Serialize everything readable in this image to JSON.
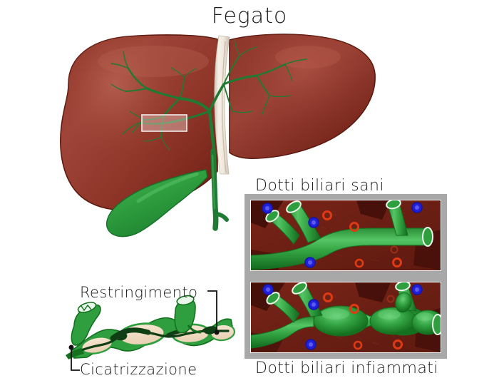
{
  "figure": {
    "title": "Fegato",
    "language": "it",
    "subject": "liver-bile-ducts-anatomy"
  },
  "labels": {
    "title": "Fegato",
    "healthy_panel": "Dotti biliari sani",
    "inflamed_panel": "Dotti biliari infiammati",
    "stricture": "Restringimento",
    "scarring": "Cicatrizzazione"
  },
  "colors": {
    "liver_light": "#a0453a",
    "liver_mid": "#8b3326",
    "liver_dark": "#7a2216",
    "liver_deep": "#5f1a10",
    "liver_highlight": "#b0584a",
    "ligament": "#f2ece2",
    "ligament_shade": "#d8cfc2",
    "duct_green": "#2f9e3f",
    "duct_green_dark": "#14702a",
    "duct_green_light": "#4fc060",
    "duct_tree": "#1f7a33",
    "tissue_bg": "#6e2016",
    "tissue_dark": "#4a120b",
    "panel_border": "#a8a8a8",
    "cell_blue": "#2020d8",
    "cell_red": "#e03a14",
    "lumen_cream": "#f2dcc4",
    "scar_dark": "#123d16",
    "leader_line": "#111111",
    "text": "#1a1a1a",
    "background": "#ffffff"
  },
  "structures": {
    "liver": {
      "name": "liver",
      "lobes": [
        "right-lobe",
        "left-lobe"
      ],
      "falciform_ligament": true,
      "gallbladder": true,
      "bile_duct_tree": true,
      "highlight_box": true
    },
    "healthy_ducts": {
      "name": "healthy-bile-ducts",
      "appearance": "smooth uniform caliber tubes",
      "branches": 4,
      "blue_cells": 4,
      "red_cells": 5
    },
    "inflamed_ducts": {
      "name": "inflamed-bile-ducts",
      "appearance": "beaded alternating strictures and dilations",
      "beads": 4,
      "blue_cells": 4,
      "red_cells": 5
    },
    "stricture_diagram": {
      "name": "duct-cross-section",
      "stricture_points": 2,
      "dilated_segments": 3,
      "scar_tissue": true
    }
  }
}
